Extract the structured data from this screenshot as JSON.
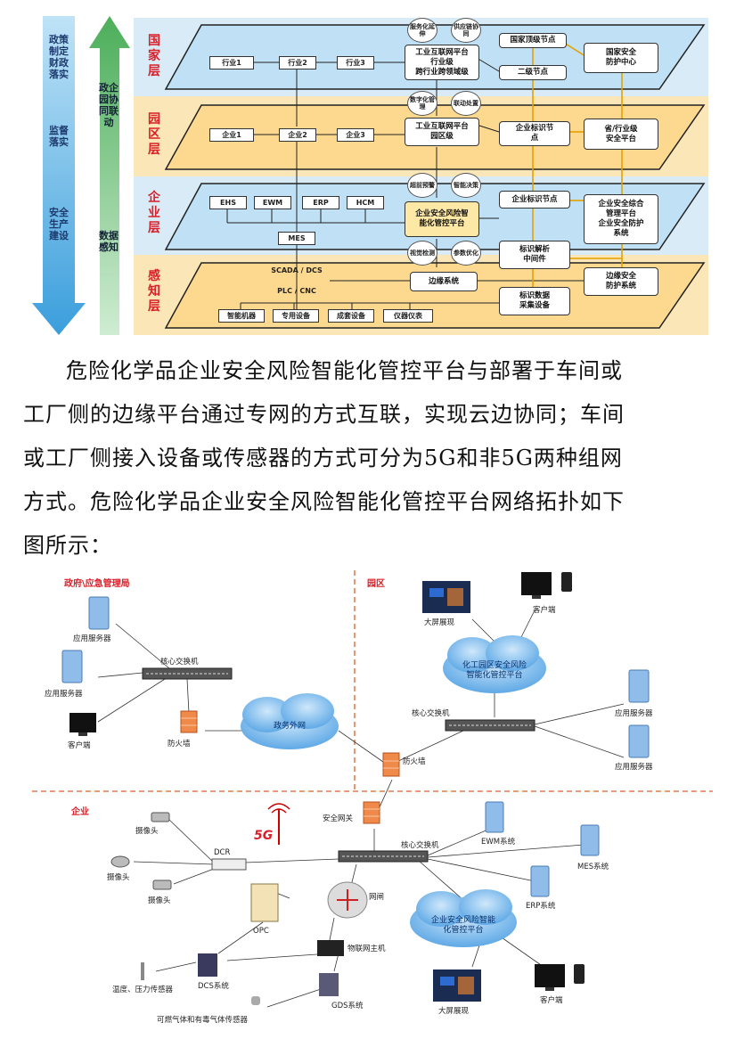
{
  "top_diagram": {
    "left_arrow": [
      "政策制定财政落实",
      "监督落实",
      "安全生产建设"
    ],
    "right_arrow": [
      "政企园协同联动",
      "数据感知"
    ],
    "layers": [
      "国家层",
      "园区层",
      "企业层",
      "感知层"
    ],
    "national": {
      "industries": [
        "行业1",
        "行业2",
        "行业3"
      ],
      "platform": "工业互联网平台\n行业级\n跨行业跨领域级",
      "ovals": [
        "服务化延伸",
        "供应链协同"
      ],
      "top_node": "国家顶级节点",
      "second_node": "二级节点",
      "security_center": "国家安全\n防护中心"
    },
    "park": {
      "enterprises": [
        "企业1",
        "企业2",
        "企业3"
      ],
      "platform": "工业互联网平台\n园区级",
      "ovals": [
        "数字化管理",
        "联动处置"
      ],
      "id_node": "企业标识节\n点",
      "security_platform": "省/行业级\n安全平台"
    },
    "enterprise": {
      "systems": [
        "EHS",
        "EWM",
        "ERP",
        "HCM"
      ],
      "mes": "MES",
      "platform": "企业安全风险智\n能化管控平台",
      "ovals": [
        "超前预警",
        "智能决策",
        "视觉检测",
        "参数优化"
      ],
      "id_node": "企业标识节点",
      "mgmt": "企业安全综合\n管理平台\n企业安全防护\n系统",
      "middleware": "标识解析\n中间件"
    },
    "sensing": {
      "scada": "SCADA / DCS",
      "plc": "PLC / CNC",
      "devices": [
        "智能机器",
        "专用设备",
        "成套设备",
        "仪器仪表"
      ],
      "edge": "边缘系统",
      "edge_security": "边缘安全\n防护系统",
      "collect": "标识数据\n采集设备"
    }
  },
  "paragraph": [
    "危险化学品企业安全风险智能化管控平台与部署于车间或",
    "工厂侧的边缘平台通过专网的方式互联，实现云边协同；车间",
    "或工厂侧接入设备或传感器的方式可分为5G和非5G两种组网",
    "方式。危险化学品企业安全风险智能化管控平台网络拓扑如下",
    "图所示："
  ],
  "topology": {
    "gov_title": "政府\\应急管理局",
    "gov_app1": "应用服务器",
    "gov_app2": "应用服务器",
    "gov_client": "客户端",
    "gov_switch": "核心交换机",
    "gov_firewall": "防火墙",
    "gov_cloud": "政务外网",
    "park_title": "园区",
    "park_screen": "大屏展现",
    "park_client": "客户端",
    "park_cloud": "化工园区安全风险\n智能化管控平台",
    "park_switch": "核心交换机",
    "park_app1": "应用服务器",
    "park_app2": "应用服务器",
    "park_firewall": "防火墙",
    "ent_title": "企业",
    "ent_gateway": "安全网关",
    "ent_5g": "5G",
    "ent_switch": "核心交换机",
    "ent_ewm": "EWM系统",
    "ent_mes": "MES系统",
    "ent_erp": "ERP系统",
    "ent_cam1": "摄像头",
    "ent_cam2": "摄像头",
    "ent_cam3": "摄像头",
    "ent_dcr": "DCR",
    "ent_opc": "OPC",
    "ent_gate": "网闸",
    "ent_iot": "物联网主机",
    "ent_cloud": "企业安全风险智能\n化管控平台",
    "ent_dcs": "DCS系统",
    "ent_sensor1": "温度、压力传感器",
    "ent_gds": "GDS系统",
    "ent_sensor2": "可燃气体和有毒气体传感器",
    "ent_screen": "大屏展现",
    "ent_client": "客户端"
  }
}
